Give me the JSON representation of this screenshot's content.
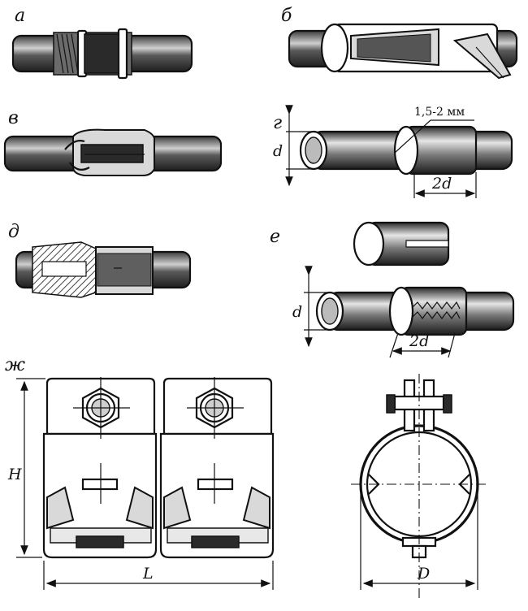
{
  "figure": {
    "panels": [
      {
        "id": "a",
        "label": "а"
      },
      {
        "id": "b",
        "label": "б"
      },
      {
        "id": "v",
        "label": "в"
      },
      {
        "id": "g",
        "label": "г",
        "dims": {
          "diameter": "d",
          "overlap": "2d",
          "gap": "1,5-2 мм"
        }
      },
      {
        "id": "d",
        "label": "д"
      },
      {
        "id": "e",
        "label": "е",
        "dims": {
          "diameter": "d",
          "overlap": "2d"
        }
      },
      {
        "id": "zh",
        "label": "ж",
        "dims": {
          "height": "H",
          "length": "L",
          "diameter": "D"
        }
      }
    ]
  }
}
